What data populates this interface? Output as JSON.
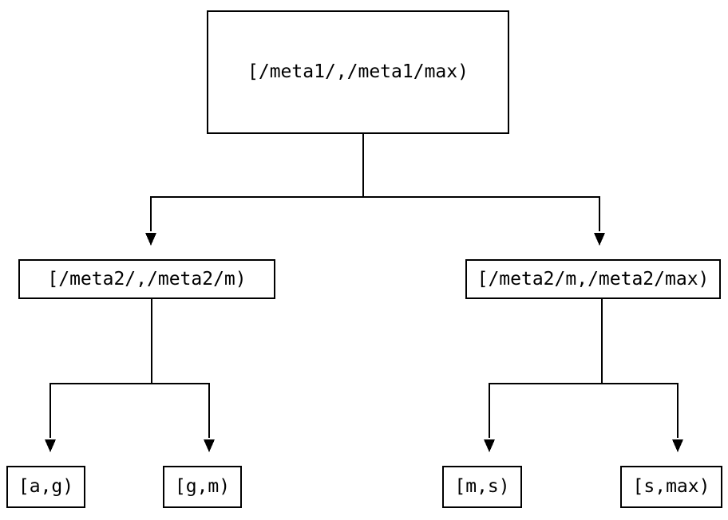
{
  "colors": {
    "stroke": "#000000",
    "background": "#ffffff",
    "text": "#000000"
  },
  "diagram": {
    "type": "binary-interval-tree",
    "root": {
      "label": "[/meta1/,/meta1/max)"
    },
    "children": [
      {
        "label": "[/meta2/,/meta2/m)",
        "children": [
          {
            "label": "[a,g)"
          },
          {
            "label": "[g,m)"
          }
        ]
      },
      {
        "label": "[/meta2/m,/meta2/max)",
        "children": [
          {
            "label": "[m,s)"
          },
          {
            "label": "[s,max)"
          }
        ]
      }
    ]
  }
}
